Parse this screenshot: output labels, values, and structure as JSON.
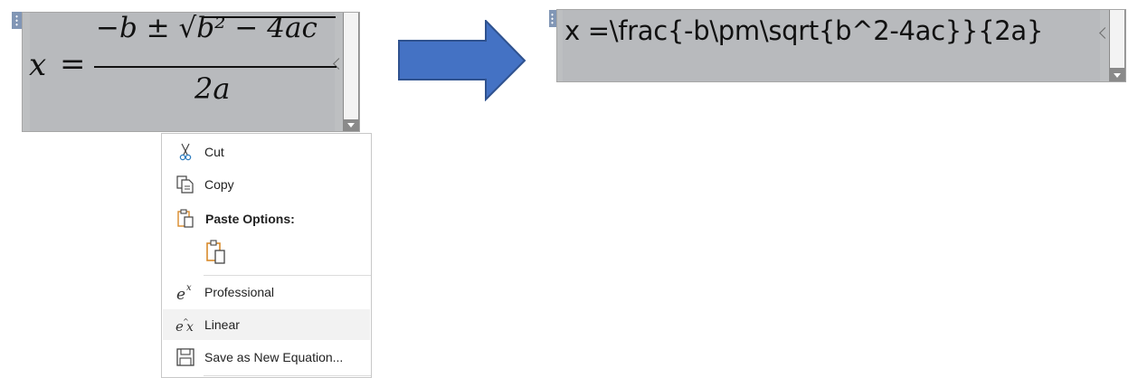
{
  "equation_left": {
    "x": "x",
    "equals": "=",
    "numerator": "−b ± √b² − 4ac",
    "numerator_parts": {
      "minus_b": "−b ± ",
      "radicand": "b² − 4ac",
      "root": "√"
    },
    "denominator": "2a"
  },
  "equation_right": {
    "linear_text": "x =\\frac{-b\\pm\\sqrt{b^2-4ac}}{2a}"
  },
  "context_menu": {
    "cut": "Cut",
    "copy": "Copy",
    "paste_options": "Paste Options:",
    "professional": "Professional",
    "linear": "Linear",
    "save_equation": "Save as New Equation..."
  },
  "icons": {
    "cut": "scissors-icon",
    "copy": "copy-icon",
    "paste": "clipboard-icon",
    "professional": "professional-format-icon",
    "linear": "linear-format-icon",
    "save": "save-icon",
    "arrow": "right-arrow-icon"
  },
  "colors": {
    "arrow_fill": "#4472c4",
    "arrow_stroke": "#2f528f",
    "equation_bg": "#b8babd",
    "handle": "#8196b5",
    "menu_hover": "#f2f2f2",
    "paste_orange": "#d98a2b"
  }
}
